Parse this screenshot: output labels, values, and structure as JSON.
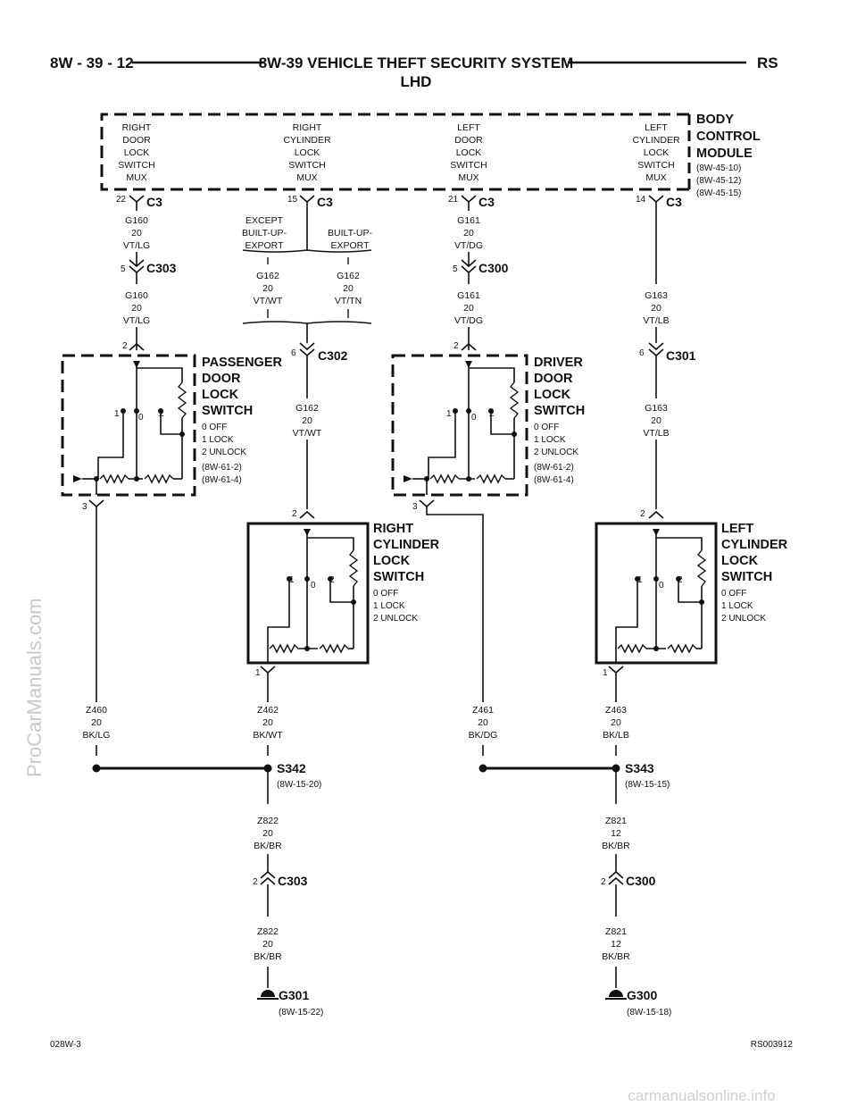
{
  "header": {
    "page": "8W - 39 - 12",
    "title_line1": "8W-39 VEHICLE THEFT SECURITY SYSTEM",
    "title_line2": "LHD",
    "code": "RS"
  },
  "bcm": {
    "name": [
      "BODY",
      "CONTROL",
      "MODULE"
    ],
    "refs": [
      "(8W-45-10)",
      "(8W-45-12)",
      "(8W-45-15)"
    ],
    "inputs": [
      [
        "RIGHT",
        "DOOR",
        "LOCK",
        "SWITCH",
        "MUX"
      ],
      [
        "RIGHT",
        "CYLINDER",
        "LOCK",
        "SWITCH",
        "MUX"
      ],
      [
        "LEFT",
        "DOOR",
        "LOCK",
        "SWITCH",
        "MUX"
      ],
      [
        "LEFT",
        "CYLINDER",
        "LOCK",
        "SWITCH",
        "MUX"
      ]
    ],
    "pins": [
      "22",
      "15",
      "21",
      "14"
    ],
    "connector": "C3"
  },
  "wires": {
    "g160_a": [
      "G160",
      "20",
      "VT/LG"
    ],
    "g160_b": [
      "G160",
      "20",
      "VT/LG"
    ],
    "g161_a": [
      "G161",
      "20",
      "VT/DG"
    ],
    "g161_b": [
      "G161",
      "20",
      "VT/DG"
    ],
    "g162_wt": [
      "G162",
      "20",
      "VT/WT"
    ],
    "g162_tn": [
      "G162",
      "20",
      "VT/TN"
    ],
    "g162_c": [
      "G162",
      "20",
      "VT/WT"
    ],
    "g163_a": [
      "G163",
      "20",
      "VT/LB"
    ],
    "g163_b": [
      "G163",
      "20",
      "VT/LB"
    ],
    "z460": [
      "Z460",
      "20",
      "BK/LG"
    ],
    "z462": [
      "Z462",
      "20",
      "BK/WT"
    ],
    "z461": [
      "Z461",
      "20",
      "BK/DG"
    ],
    "z463": [
      "Z463",
      "20",
      "BK/LB"
    ],
    "z822_a": [
      "Z822",
      "20",
      "BK/BR"
    ],
    "z822_b": [
      "Z822",
      "20",
      "BK/BR"
    ],
    "z821_a": [
      "Z821",
      "12",
      "BK/BR"
    ],
    "z821_b": [
      "Z821",
      "12",
      "BK/BR"
    ]
  },
  "options": {
    "except": [
      "EXCEPT",
      "BUILT-UP-",
      "EXPORT"
    ],
    "builtup": [
      "BUILT-UP-",
      "EXPORT"
    ]
  },
  "connectors": {
    "c303_top": {
      "pin": "5",
      "name": "C303"
    },
    "c300_top": {
      "pin": "5",
      "name": "C300"
    },
    "c302": {
      "pin": "6",
      "name": "C302"
    },
    "c301": {
      "pin": "6",
      "name": "C301"
    },
    "c303_bot": {
      "pin": "2",
      "name": "C303"
    },
    "c300_bot": {
      "pin": "2",
      "name": "C300"
    }
  },
  "switches": {
    "passenger_door": {
      "name": [
        "PASSENGER",
        "DOOR",
        "LOCK",
        "SWITCH"
      ],
      "states": [
        "0 OFF",
        "1 LOCK",
        "2 UNLOCK"
      ],
      "refs": [
        "(8W-61-2)",
        "(8W-61-4)"
      ],
      "pin_top": "2",
      "pin_bot": "3"
    },
    "driver_door": {
      "name": [
        "DRIVER",
        "DOOR",
        "LOCK",
        "SWITCH"
      ],
      "states": [
        "0 OFF",
        "1 LOCK",
        "2 UNLOCK"
      ],
      "refs": [
        "(8W-61-2)",
        "(8W-61-4)"
      ],
      "pin_top": "2",
      "pin_bot": "3"
    },
    "right_cyl": {
      "name": [
        "RIGHT",
        "CYLINDER",
        "LOCK",
        "SWITCH"
      ],
      "states": [
        "0 OFF",
        "1 LOCK",
        "2 UNLOCK"
      ],
      "pin_top": "2",
      "pin_bot": "1"
    },
    "left_cyl": {
      "name": [
        "LEFT",
        "CYLINDER",
        "LOCK",
        "SWITCH"
      ],
      "states": [
        "0 OFF",
        "1 LOCK",
        "2 UNLOCK"
      ],
      "pin_top": "2",
      "pin_bot": "1"
    },
    "pos": [
      "1",
      "0",
      "2"
    ]
  },
  "splices": {
    "s342": {
      "name": "S342",
      "ref": "(8W-15-20)"
    },
    "s343": {
      "name": "S343",
      "ref": "(8W-15-15)"
    }
  },
  "grounds": {
    "g301": {
      "name": "G301",
      "ref": "(8W-15-22)"
    },
    "g300": {
      "name": "G300",
      "ref": "(8W-15-18)"
    }
  },
  "footer": {
    "left": "028W-3",
    "right": "RS003912"
  },
  "watermarks": {
    "side": "ProCarManuals.com",
    "bottom": "carmanualsonline.info"
  }
}
